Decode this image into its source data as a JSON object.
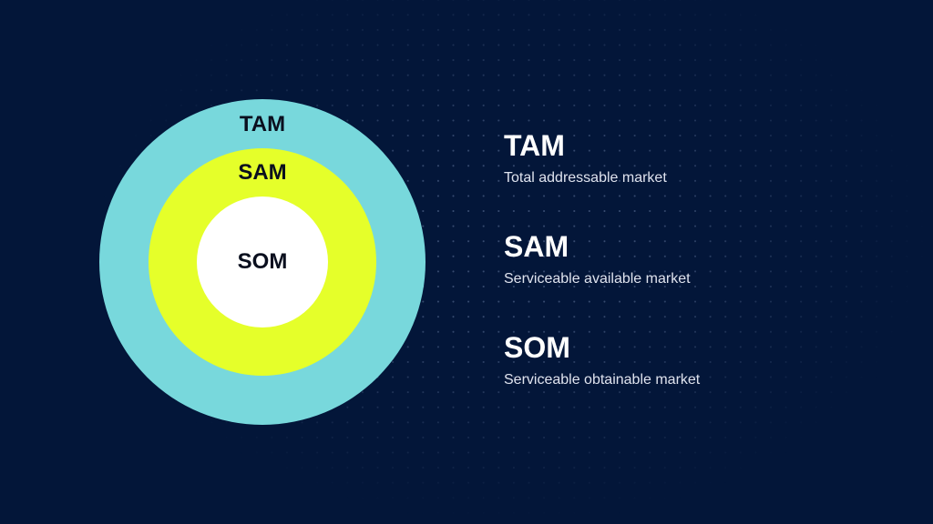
{
  "colors": {
    "background": "#031639",
    "tam": "#78d8dc",
    "sam": "#e5ff2a",
    "som": "#ffffff"
  },
  "diagram": {
    "circles": [
      {
        "label": "TAM"
      },
      {
        "label": "SAM"
      },
      {
        "label": "SOM"
      }
    ]
  },
  "legend": [
    {
      "title": "TAM",
      "description": "Total addressable market"
    },
    {
      "title": "SAM",
      "description": "Serviceable available market"
    },
    {
      "title": "SOM",
      "description": "Serviceable obtainable market"
    }
  ]
}
